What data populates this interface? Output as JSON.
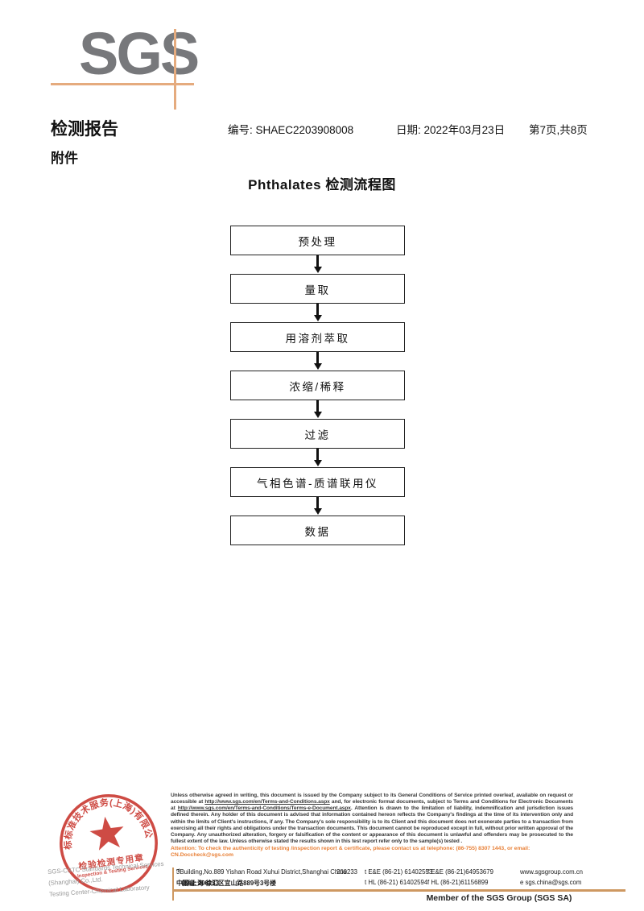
{
  "logo": {
    "text": "SGS"
  },
  "header": {
    "report_title": "检测报告",
    "attachment_label": "附件",
    "report_no_label": "编号:",
    "report_no": "SHAEC2203908008",
    "date_label": "日期:",
    "date_value": "2022年03月23日",
    "page_info": "第7页,共8页"
  },
  "flowchart": {
    "title": "Phthalates 检测流程图",
    "steps": [
      "预处理",
      "量取",
      "用溶剂萃取",
      "浓缩/稀释",
      "过滤",
      "气相色谱-质谱联用仪",
      "数据"
    ]
  },
  "footer": {
    "stamp": {
      "arc_text": "通标标准技术服务(上海)有限公司",
      "center_line1": "检验检测专用章",
      "center_line2": "Inspection & Testing Services"
    },
    "company_line1": "SGS-CSTC Standards Technical Services (Shanghai) Co.,Ltd.",
    "company_line2": "Testing Center-Chemical Laboratory",
    "legal_segments": [
      {
        "text": "Unless otherwise agreed in writing, this document is issued by the Company subject to its General Conditions of Service printed overleaf, available on request or accessible at "
      },
      {
        "text": "http://www.sgs.com/en/Terms-and-Conditions.aspx",
        "link": true
      },
      {
        "text": " and, for electronic format documents, subject to Terms and Conditions for Electronic Documents at "
      },
      {
        "text": "http://www.sgs.com/en/Terms-and-Conditions/Terms-e-Document.aspx",
        "link": true
      },
      {
        "text": ". Attention is drawn to the limitation of liability, indemnification and jurisdiction issues defined therein. Any holder of this document is advised that information contained hereon reflects the Company's findings at the time of its intervention only and within the limits of Client's instructions, if any. The Company's sole responsibility is to its Client and this document does not exonerate parties to a transaction from exercising all their rights and obligations under the transaction documents. This document cannot be reproduced except in full, without prior written approval of the Company. Any unauthorized alteration, forgery or falsification of the content or appearance of this document is unlawful and offenders may be prosecuted to the fullest extent of the law. Unless otherwise stated the results shown in this test report refer only to the sample(s) tested ."
      }
    ],
    "attention_text": "Attention: To check the authenticity of testing /inspection report & certificate, please contact us at telephone: (86-755) 8307 1443, or email: CN.Doccheck@sgs.com",
    "address": {
      "en_prefix": "3",
      "en_sup": "rd",
      "en_rest": "Building,No.889 Yishan Road Xuhui District,Shanghai China",
      "en_post": "200233",
      "cn": "中国·上海·徐汇区宜山路889号3号楼",
      "cn_post": "邮编: 200233",
      "tel1": "t E&E (86-21) 61402553",
      "fax1": "f E&E (86-21)64953679",
      "web": "www.sgsgroup.com.cn",
      "tel2": "t HL (86-21) 61402594",
      "fax2": "f HL (86-21)61156899",
      "email": "e  sgs.china@sgs.com"
    },
    "member_text": "Member of the SGS Group (SGS SA)"
  },
  "colors": {
    "logo_gray": "#77787b",
    "accent_orange_light": "#e5ab7e",
    "accent_orange_dark": "#ce9861",
    "stamp_red": "#c8332b",
    "attention_orange": "#e87f35"
  }
}
